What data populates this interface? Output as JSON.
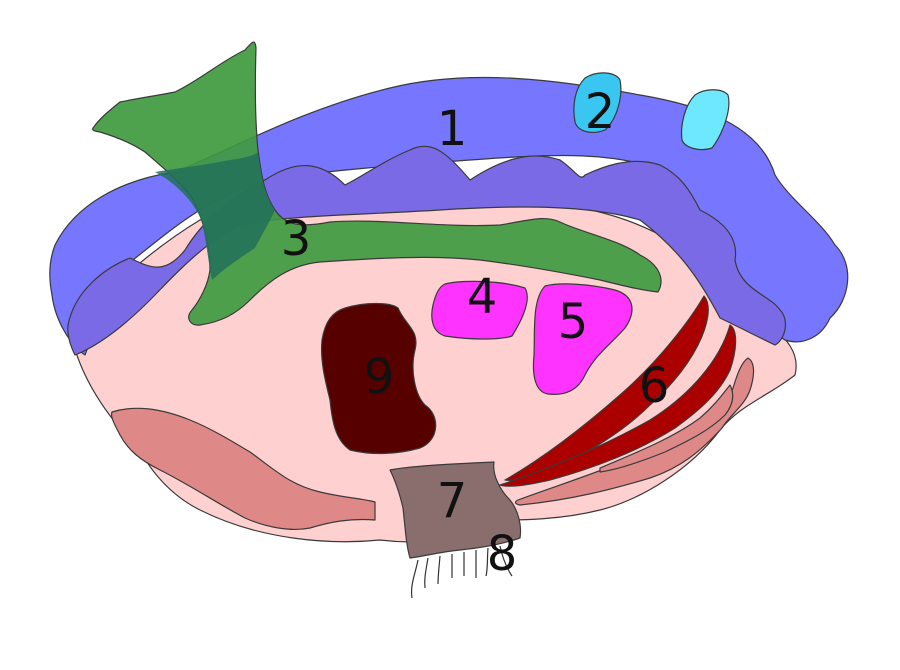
{
  "diagram": {
    "labels": {
      "n1": "1",
      "n2": "2",
      "n3": "3",
      "n4": "4",
      "n5": "5",
      "n6": "6",
      "n7": "7",
      "n8": "8",
      "n9": "9"
    },
    "colors": {
      "base": "#ffd0d0",
      "outer_band": "#7676ff",
      "inner_band": "#7a6ae6",
      "green_structure": "#3f9a3f",
      "green_overlap": "#22705a",
      "cyan_spots": "#55e6ff",
      "magenta": "#ff33ff",
      "dark_mass": "#560000",
      "red_strands": "#aa0000",
      "pink_rim": "#de8888",
      "stalk": "#8a6e6e"
    }
  }
}
